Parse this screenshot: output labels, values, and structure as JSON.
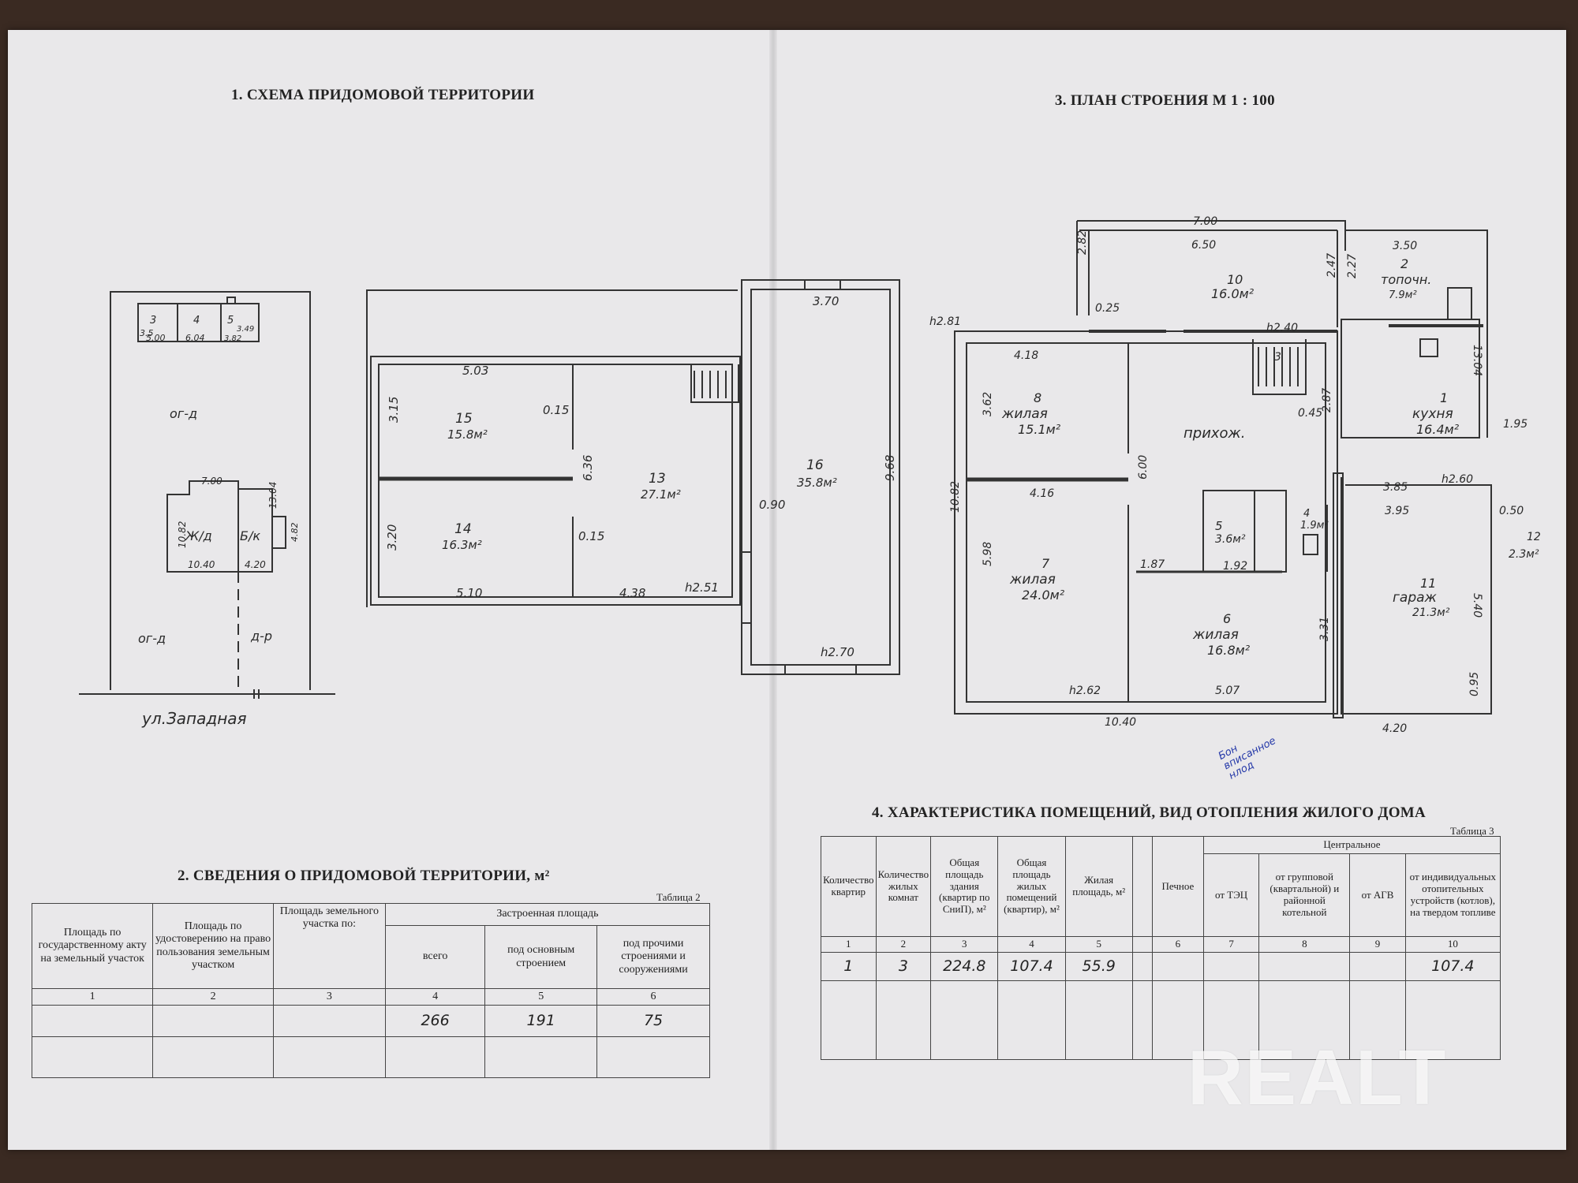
{
  "headings": {
    "h1": "1. СХЕМА ПРИДОМОВОЙ ТЕРРИТОРИИ",
    "h3": "3. ПЛАН СТРОЕНИЯ М 1 : 100",
    "h2": "2. СВЕДЕНИЯ О ПРИДОМОВОЙ ТЕРРИТОРИИ, м²",
    "h4": "4. ХАРАКТЕРИСТИКА ПОМЕЩЕНИЙ, ВИД ОТОПЛЕНИЯ ЖИЛОГО ДОМА"
  },
  "site": {
    "street": "ул.Западная",
    "og1": "ог-д",
    "og2": "ог-д",
    "dr": "д-р",
    "house": "Ж/д",
    "bk": "Б/к",
    "dim_top": "7.00",
    "dim_bottom": "10.40",
    "dim_left": "10.82",
    "dim_right": "13.04",
    "dim_bk_bottom": "4.20",
    "dim_small": "4.82",
    "shed1": "3",
    "shed1_dim1": "3.5",
    "shed1_dim2": "5.00",
    "shed2": "4",
    "shed2_dim": "6.04",
    "shed3": "5",
    "shed3_dim1": "3.49",
    "shed3_dim2": "3.82"
  },
  "second_floor": {
    "r15_no": "15",
    "r15_area": "15.8м²",
    "r14_no": "14",
    "r14_area": "16.3м²",
    "r13_no": "13",
    "r13_area": "27.1м²",
    "r16_no": "16",
    "r16_area": "35.8м²",
    "d_503": "5.03",
    "d_315": "3.15",
    "d_320": "3.20",
    "d_510": "5.10",
    "d_438": "4.38",
    "d_636": "6.36",
    "d_015a": "0.15",
    "d_015b": "0.15",
    "d_h251": "h2.51",
    "d_370": "3.70",
    "d_968": "9.68",
    "d_090": "0.90",
    "d_h270": "h2.70"
  },
  "ground_floor": {
    "d_700": "7.00",
    "d_650": "6.50",
    "d_350": "3.50",
    "d_282": "2.82",
    "d_247": "2.47",
    "d_227": "2.27",
    "d_025": "0.25",
    "d_h281": "h2.81",
    "d_h240": "h2.40",
    "d_418": "4.18",
    "d_362": "3.62",
    "d_1082": "10.82",
    "d_416": "4.16",
    "d_600": "6.00",
    "d_598": "5.98",
    "d_187": "1.87",
    "d_192": "1.92",
    "d_045": "0.45",
    "d_287": "2.87",
    "d_1304": "13.04",
    "d_195": "1.95",
    "d_385": "3.85",
    "d_h260": "h2.60",
    "d_395": "3.95",
    "d_050": "0.50",
    "d_540": "5.40",
    "d_331": "3.31",
    "d_h262": "h2.62",
    "d_507": "5.07",
    "d_1040": "10.40",
    "d_420": "4.20",
    "d_095": "0.95",
    "r10_no": "10",
    "r10_area": "16.0м²",
    "r2_no": "2",
    "r2_name": "топочн.",
    "r2_area": "7.9м²",
    "r8_no": "8",
    "r8_name": "жилая",
    "r8_area": "15.1м²",
    "hall": "прихож.",
    "r1_no": "1",
    "r1_name": "кухня",
    "r1_area": "16.4м²",
    "r3_no": "3",
    "r5_no": "5",
    "r5_area": "3.6м²",
    "r4_no": "4",
    "r4_area": "1.9м²",
    "r12_no": "12",
    "r12_area": "2.3м²",
    "r7_no": "7",
    "r7_name": "жилая",
    "r7_area": "24.0м²",
    "r6_no": "6",
    "r6_name": "жилая",
    "r6_area": "16.8м²",
    "r11_no": "11",
    "r11_name": "гараж",
    "r11_area": "21.3м²"
  },
  "table2": {
    "caption": "Таблица 2",
    "h1": "Площадь по государственному акту на земельный участок",
    "h2": "Площадь по удостоверению на право пользования земельным участком",
    "h3": "Площадь земельного участка по:",
    "h_group": "Застроенная площадь",
    "h4": "всего",
    "h5": "под основным строением",
    "h6": "под прочими строениями и сооружениями",
    "n1": "1",
    "n2": "2",
    "n3": "3",
    "n4": "4",
    "n5": "5",
    "n6": "6",
    "v4": "266",
    "v5": "191",
    "v6": "75"
  },
  "table3": {
    "caption": "Таблица 3",
    "h1": "Количество квартир",
    "h2": "Количество жилых комнат",
    "h3": "Общая площадь здания (квартир по СниП), м²",
    "h4": "Общая площадь жилых помещений (квартир), м²",
    "h5": "Жилая площадь, м²",
    "h6": "Печное",
    "h_group": "Центральное",
    "h7": "от ТЭЦ",
    "h8": "от групповой (квартальной) и районной котельной",
    "h9": "от АГВ",
    "h10": "от индивидуальных отопительных устройств (котлов), на твердом топливе",
    "n1": "1",
    "n2": "2",
    "n3": "3",
    "n4": "4",
    "n5": "5",
    "n6": "6",
    "n7": "7",
    "n8": "8",
    "n9": "9",
    "n10": "10",
    "v1": "1",
    "v2": "3",
    "v3": "224.8",
    "v4": "107.4",
    "v5": "55.9",
    "v10": "107.4"
  },
  "note": {
    "l1": "Бон",
    "l2": "вписанное",
    "l3": "нлод"
  },
  "watermark": "REALT"
}
